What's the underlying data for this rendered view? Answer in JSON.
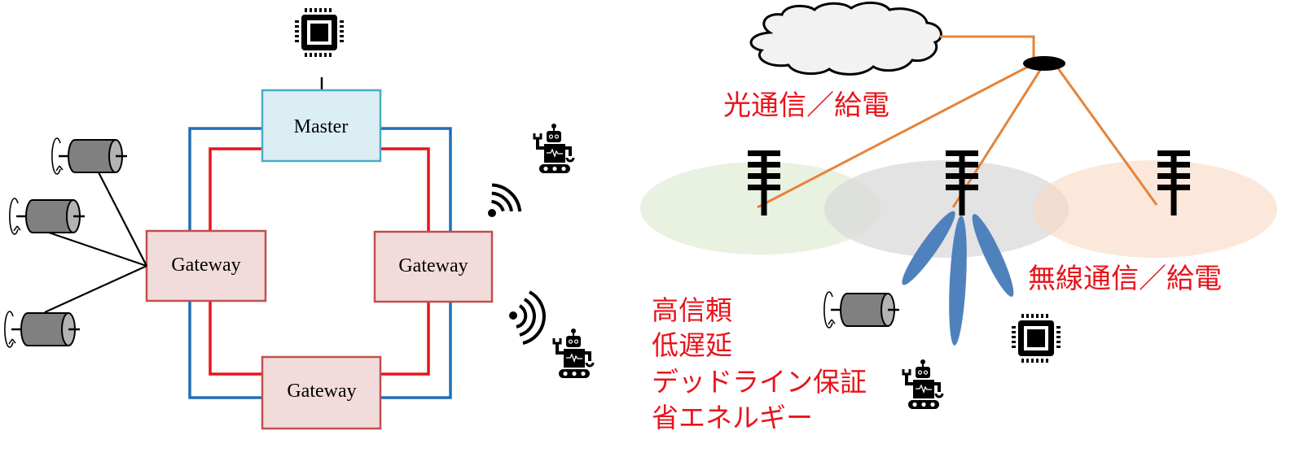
{
  "left_diagram": {
    "master": {
      "label": "Master"
    },
    "gateways": [
      {
        "label": "Gateway"
      },
      {
        "label": "Gateway"
      },
      {
        "label": "Gateway"
      }
    ],
    "colors": {
      "outer_ring": "#1f6fb5",
      "inner_ring": "#e8141b",
      "master_fill": "#dbeef4",
      "master_border": "#4bacc6",
      "gateway_fill": "#f2dcdb",
      "gateway_border": "#c0504d"
    }
  },
  "right_diagram": {
    "labels": {
      "optical": "光通信／給電",
      "wireless": "無線通信／給電"
    },
    "requirements": [
      "高信頼",
      "低遅延",
      "デッドライン保証",
      "省エネルギー"
    ],
    "colors": {
      "label_red": "#e8141b",
      "fiber_orange": "#e5833a",
      "beam_blue": "#4f81bd",
      "cell_green": "#e9f1e1",
      "cell_gray": "#e3e3e3",
      "cell_orange": "#fbe5d6",
      "cloud_fill": "#f2f2f2"
    }
  }
}
